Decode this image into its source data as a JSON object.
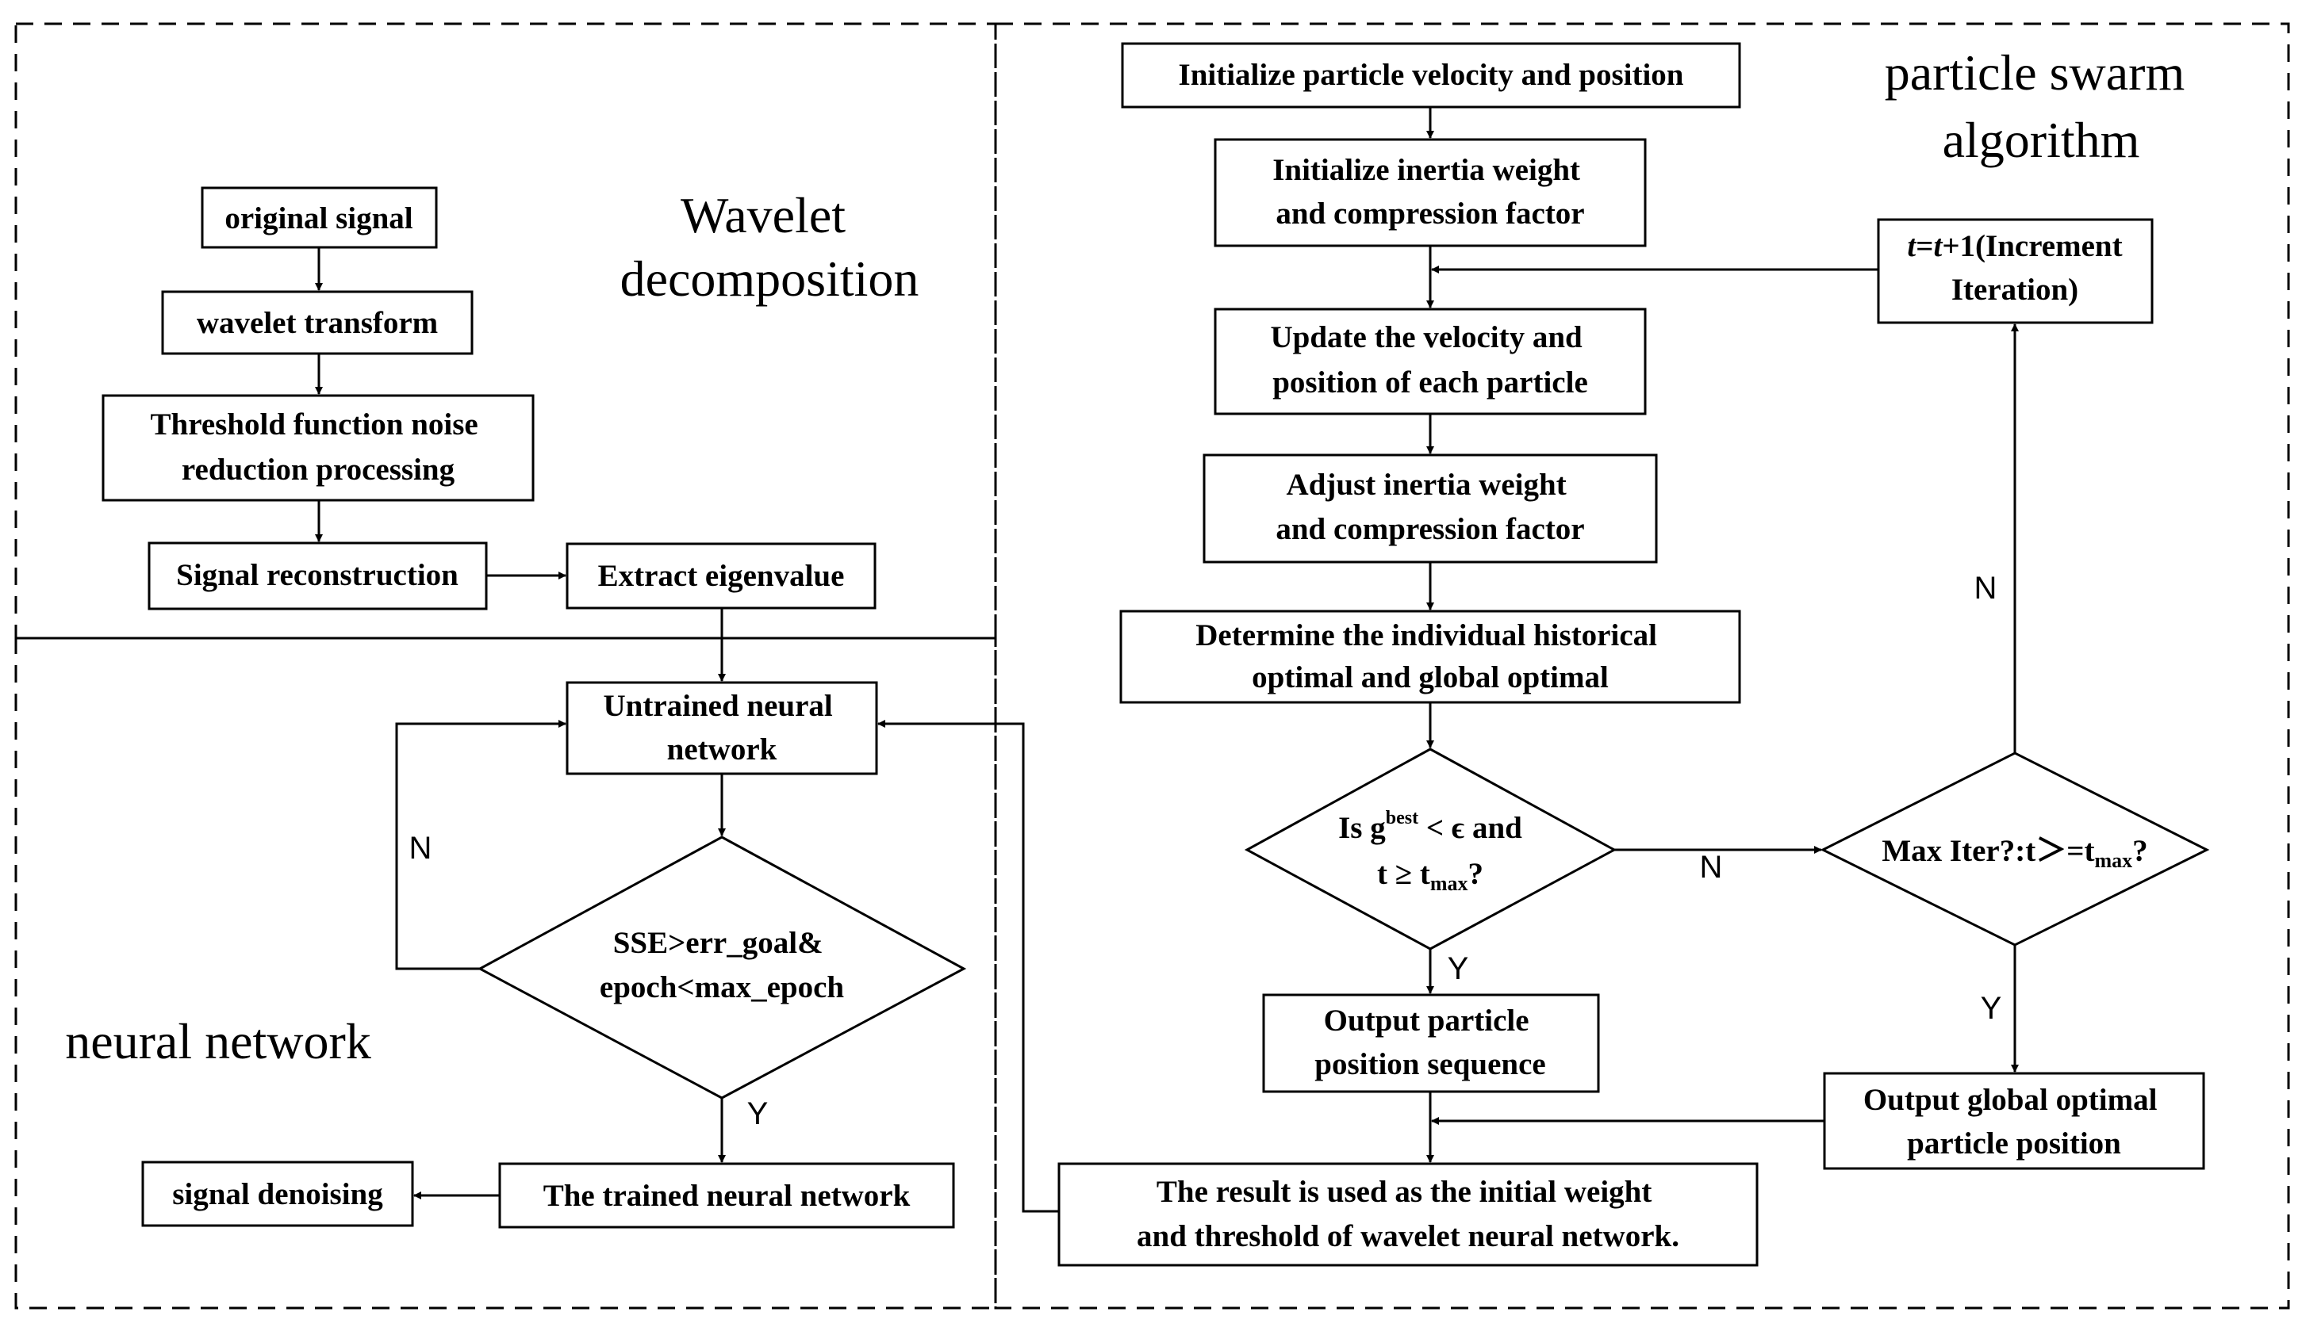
{
  "regions": {
    "wavelet": [
      "Wavelet",
      "decomposition"
    ],
    "neural": "neural network",
    "pso": [
      "particle swarm",
      "algorithm"
    ]
  },
  "nodes": {
    "original_signal": "original signal",
    "wavelet_transform": "wavelet transform",
    "threshold": [
      "Threshold function noise",
      "reduction processing"
    ],
    "reconstruction": "Signal reconstruction",
    "extract": "Extract eigenvalue",
    "untrained": [
      "Untrained neural",
      "network"
    ],
    "sse_decision": [
      "SSE>err_goal&",
      "epoch<max_epoch"
    ],
    "trained": "The trained neural network",
    "denoising": "signal denoising",
    "init_vel": "Initialize particle velocity and position",
    "init_inertia": [
      "Initialize inertia weight",
      "and compression factor"
    ],
    "update": [
      "Update the velocity and",
      "position of each particle"
    ],
    "adjust": [
      "Adjust inertia weight",
      "and compression factor"
    ],
    "determine": [
      "Determine the individual historical",
      "optimal and global optimal"
    ],
    "is_g_best": {
      "line1_prefix": "Is g",
      "line1_sup": "best",
      "line1_suffix": " < ϵ and",
      "line2_prefix": "t ≥ t",
      "line2_sub": "max",
      "line2_suffix": "?"
    },
    "max_iter": {
      "prefix": "Max Iter?:t",
      "op": "＞=",
      "t": "t",
      "sub": "max",
      "suffix": "?"
    },
    "increment": {
      "line1_t1": "t",
      "line1_eq": "=",
      "line1_t2": "t",
      "line1_rest": "+1(Increment",
      "line2": "Iteration)"
    },
    "output_seq": [
      "Output particle",
      "position sequence"
    ],
    "output_global": [
      "Output global optimal",
      "particle position"
    ],
    "result": [
      "The result is used as the initial weight",
      "and threshold of wavelet neural network."
    ]
  },
  "edge_labels": {
    "sse_no": "N",
    "sse_yes": "Y",
    "g_no": "N",
    "g_yes": "Y",
    "max_no": "N",
    "max_yes": "Y"
  }
}
